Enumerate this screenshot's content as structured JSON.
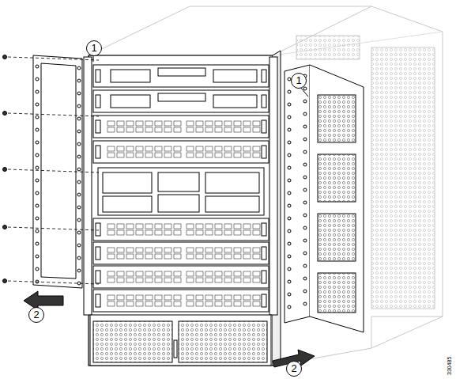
{
  "diagram": {
    "labels": [
      "1",
      "1",
      "2",
      "2",
      "330485"
    ]
  }
}
